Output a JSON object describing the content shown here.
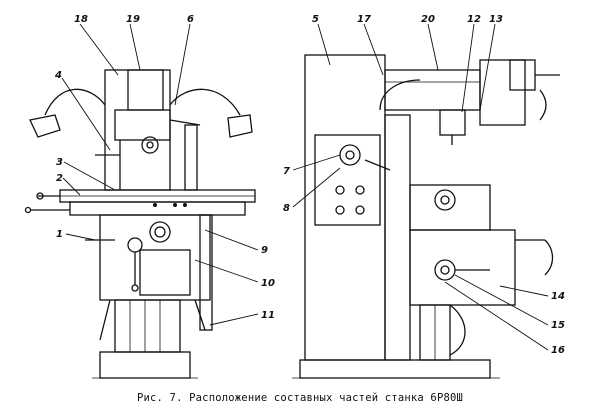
{
  "figure": {
    "caption": "Рис. 7. Расположение составных частей станка 6Р80Ш"
  },
  "labels": {
    "l1": "1",
    "l2": "2",
    "l3": "3",
    "l4": "4",
    "l5": "5",
    "l6": "6",
    "l7": "7",
    "l8": "8",
    "l9": "9",
    "l10": "10",
    "l11": "11",
    "l12": "12",
    "l13": "13",
    "l14": "14",
    "l15": "15",
    "l16": "16",
    "l17": "17",
    "l18": "18",
    "l19": "19",
    "l20": "20"
  }
}
